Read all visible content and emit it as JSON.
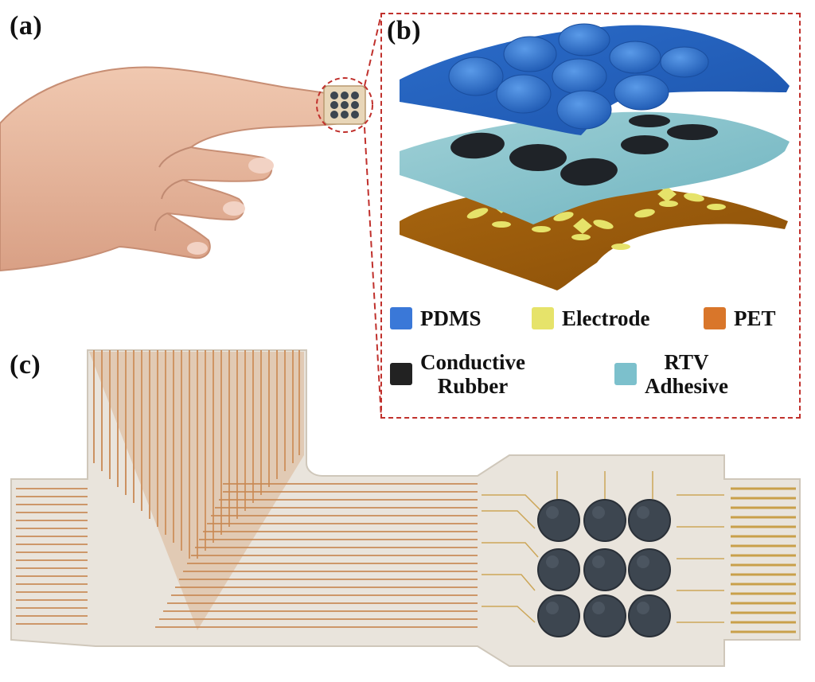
{
  "panels": {
    "a": "(a)",
    "b": "(b)",
    "c": "(c)"
  },
  "legend": [
    {
      "id": "pdms",
      "label": "PDMS",
      "color": "#3a78d8"
    },
    {
      "id": "electrode",
      "label": "Electrode",
      "color": "#e6e36a"
    },
    {
      "id": "pet",
      "label": "PET",
      "color": "#d9762a"
    },
    {
      "id": "conductive",
      "label_line1": "Conductive",
      "label_line2": "Rubber",
      "color": "#222222"
    },
    {
      "id": "rtv",
      "label_line1": "RTV",
      "label_line2": "Adhesive",
      "color": "#7cc0cc"
    }
  ],
  "colors": {
    "inset_border": "#c0302c",
    "skin": "#e9b9a0",
    "copper": "#c98a55",
    "gold_trace": "#c9a04a",
    "rubber_dot": "#3d4650"
  }
}
